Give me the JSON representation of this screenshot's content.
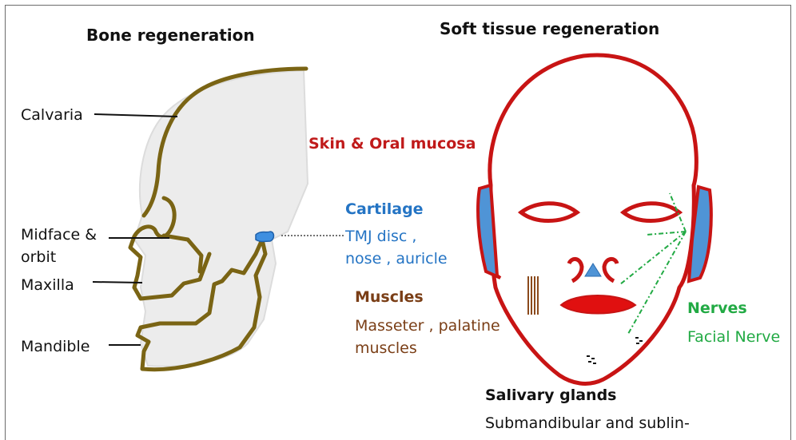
{
  "titles": {
    "bone": "Bone regeneration",
    "soft": "Soft tissue regeneration"
  },
  "bone_labels": {
    "calvaria": "Calvaria",
    "midface_line1": "Midface &",
    "midface_line2": "orbit",
    "maxilla": "Maxilla",
    "mandible": "Mandible"
  },
  "soft_labels": {
    "skin": "Skin & Oral mucosa",
    "cartilage": "Cartilage",
    "cartilage_line1": "TMJ disc ,",
    "cartilage_line2": "nose , auricle",
    "muscles": "Muscles",
    "muscles_line1": "Masseter , palatine",
    "muscles_line2": "muscles",
    "nerves": "Nerves",
    "nerves_sub": "Facial Nerve",
    "glands": "Salivary glands",
    "glands_sub": "Submandibular and sublin-"
  },
  "colors": {
    "bone": "#7a6414",
    "skin": "#c81414",
    "cartilage": "#3f8fe0",
    "muscle": "#8b4a1c",
    "nerve": "#22aa44"
  }
}
